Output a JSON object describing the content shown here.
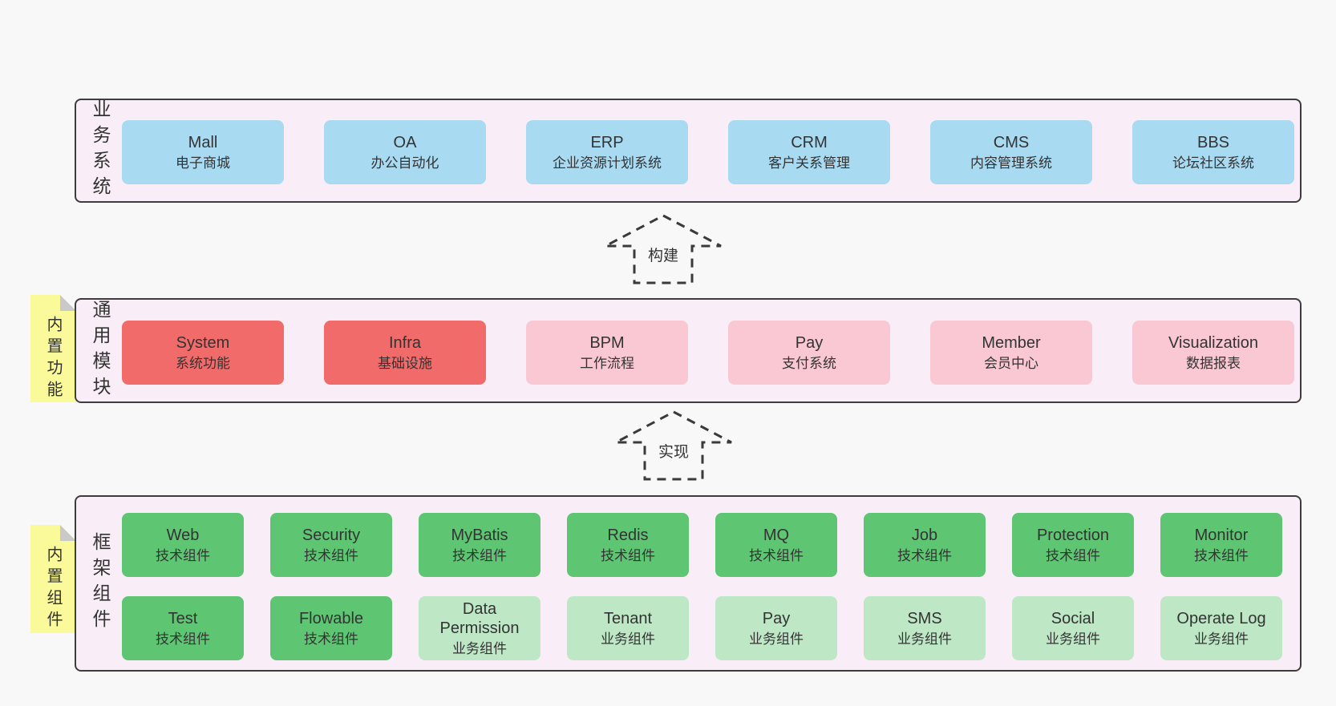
{
  "colors": {
    "page_bg": "#f8f8f8",
    "panel_bg": "#f9eef7",
    "panel_border": "#3d3d3d",
    "box_blue": "#a8daf2",
    "box_red": "#f16b6b",
    "box_pink": "#f9c8d2",
    "box_green": "#5ec573",
    "box_green_light": "#bde7c5",
    "note_yellow": "#fafa9b",
    "note_fold": "#c9c9c9",
    "text": "#333333",
    "arrow": "#3a3a3a"
  },
  "business_layer": {
    "label": "业务系统",
    "boxes": [
      {
        "name": "Mall",
        "subtitle": "电子商城"
      },
      {
        "name": "OA",
        "subtitle": "办公自动化"
      },
      {
        "name": "ERP",
        "subtitle": "企业资源计划系统"
      },
      {
        "name": "CRM",
        "subtitle": "客户关系管理"
      },
      {
        "name": "CMS",
        "subtitle": "内容管理系统"
      },
      {
        "name": "BBS",
        "subtitle": "论坛社区系统"
      }
    ]
  },
  "arrow_build": {
    "label": "构建"
  },
  "module_layer": {
    "label": "通用模块",
    "note": "内置功能",
    "boxes": [
      {
        "name": "System",
        "subtitle": "系统功能",
        "variant": "red"
      },
      {
        "name": "Infra",
        "subtitle": "基础设施",
        "variant": "red"
      },
      {
        "name": "BPM",
        "subtitle": "工作流程",
        "variant": "pink"
      },
      {
        "name": "Pay",
        "subtitle": "支付系统",
        "variant": "pink"
      },
      {
        "name": "Member",
        "subtitle": "会员中心",
        "variant": "pink"
      },
      {
        "name": "Visualization",
        "subtitle": "数据报表",
        "variant": "pink"
      }
    ]
  },
  "arrow_implement": {
    "label": "实现"
  },
  "component_layer": {
    "label": "框架组件",
    "note": "内置组件",
    "row1": [
      {
        "name": "Web",
        "subtitle": "技术组件",
        "variant": "green"
      },
      {
        "name": "Security",
        "subtitle": "技术组件",
        "variant": "green"
      },
      {
        "name": "MyBatis",
        "subtitle": "技术组件",
        "variant": "green"
      },
      {
        "name": "Redis",
        "subtitle": "技术组件",
        "variant": "green"
      },
      {
        "name": "MQ",
        "subtitle": "技术组件",
        "variant": "green"
      },
      {
        "name": "Job",
        "subtitle": "技术组件",
        "variant": "green"
      },
      {
        "name": "Protection",
        "subtitle": "技术组件",
        "variant": "green"
      },
      {
        "name": "Monitor",
        "subtitle": "技术组件",
        "variant": "green"
      }
    ],
    "row2": [
      {
        "name": "Test",
        "subtitle": "技术组件",
        "variant": "green"
      },
      {
        "name": "Flowable",
        "subtitle": "技术组件",
        "variant": "green"
      },
      {
        "name": "Data Permission",
        "subtitle": "业务组件",
        "variant": "green-light"
      },
      {
        "name": "Tenant",
        "subtitle": "业务组件",
        "variant": "green-light"
      },
      {
        "name": "Pay",
        "subtitle": "业务组件",
        "variant": "green-light"
      },
      {
        "name": "SMS",
        "subtitle": "业务组件",
        "variant": "green-light"
      },
      {
        "name": "Social",
        "subtitle": "业务组件",
        "variant": "green-light"
      },
      {
        "name": "Operate Log",
        "subtitle": "业务组件",
        "variant": "green-light"
      }
    ]
  }
}
